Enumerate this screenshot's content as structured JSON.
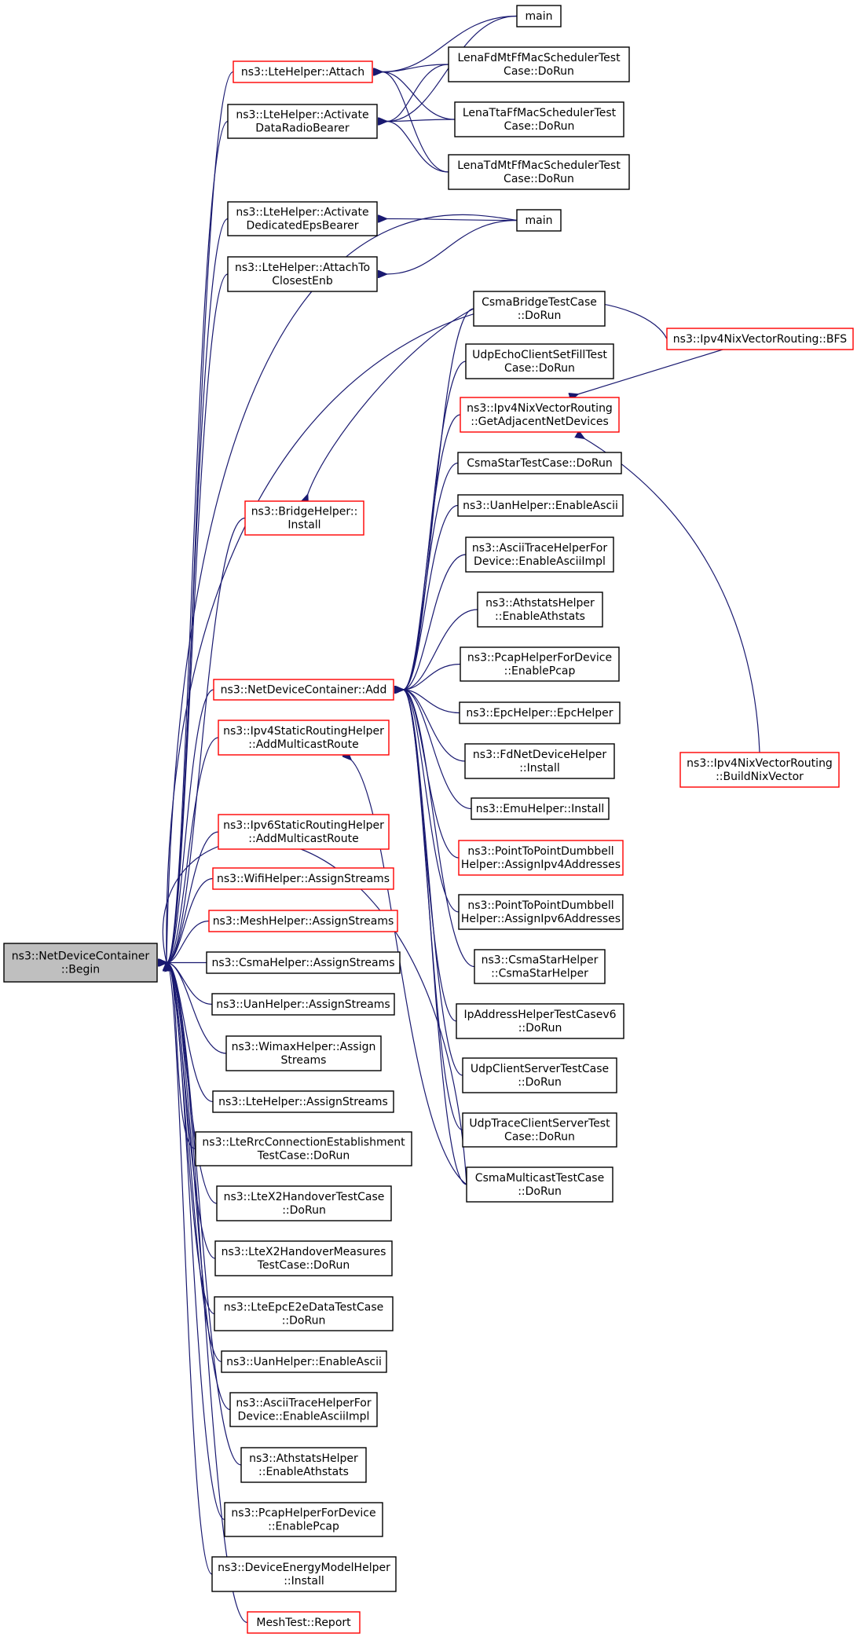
{
  "diagram": {
    "colors": {
      "edge": "#191970",
      "root_fill": "#bfbfbf",
      "highlight_border": "#ff0000",
      "normal_border": "#000000"
    },
    "nodes": {
      "root": {
        "lines": [
          "ns3::NetDeviceContainer",
          "::Begin"
        ],
        "style": "root"
      },
      "attach": {
        "lines": [
          "ns3::LteHelper::Attach"
        ],
        "style": "red"
      },
      "adrb": {
        "lines": [
          "ns3::LteHelper::Activate",
          "DataRadioBearer"
        ],
        "style": "normal"
      },
      "adeb": {
        "lines": [
          "ns3::LteHelper::Activate",
          "DedicatedEpsBearer"
        ],
        "style": "normal"
      },
      "attachclosest": {
        "lines": [
          "ns3::LteHelper::AttachTo",
          "ClosestEnb"
        ],
        "style": "normal"
      },
      "bridgeinstall": {
        "lines": [
          "ns3::BridgeHelper::",
          "Install"
        ],
        "style": "red"
      },
      "ndcadd": {
        "lines": [
          "ns3::NetDeviceContainer::Add"
        ],
        "style": "red"
      },
      "ipv4static": {
        "lines": [
          "ns3::Ipv4StaticRoutingHelper",
          "::AddMulticastRoute"
        ],
        "style": "red"
      },
      "ipv6static": {
        "lines": [
          "ns3::Ipv6StaticRoutingHelper",
          "::AddMulticastRoute"
        ],
        "style": "red"
      },
      "wifias": {
        "lines": [
          "ns3::WifiHelper::AssignStreams"
        ],
        "style": "red"
      },
      "meshas": {
        "lines": [
          "ns3::MeshHelper::AssignStreams"
        ],
        "style": "red"
      },
      "csmaas": {
        "lines": [
          "ns3::CsmaHelper::AssignStreams"
        ],
        "style": "normal"
      },
      "uanas": {
        "lines": [
          "ns3::UanHelper::AssignStreams"
        ],
        "style": "normal"
      },
      "wimaxas": {
        "lines": [
          "ns3::WimaxHelper::Assign",
          "Streams"
        ],
        "style": "normal"
      },
      "lteas": {
        "lines": [
          "ns3::LteHelper::AssignStreams"
        ],
        "style": "normal"
      },
      "lterrc": {
        "lines": [
          "ns3::LteRrcConnectionEstablishment",
          "TestCase::DoRun"
        ],
        "style": "normal"
      },
      "ltex2": {
        "lines": [
          "ns3::LteX2HandoverTestCase",
          "::DoRun"
        ],
        "style": "normal"
      },
      "ltex2m": {
        "lines": [
          "ns3::LteX2HandoverMeasures",
          "TestCase::DoRun"
        ],
        "style": "normal"
      },
      "lteepc": {
        "lines": [
          "ns3::LteEpcE2eDataTestCase",
          "::DoRun"
        ],
        "style": "normal"
      },
      "uanascii_l": {
        "lines": [
          "ns3::UanHelper::EnableAscii"
        ],
        "style": "normal"
      },
      "asciitrace_l": {
        "lines": [
          "ns3::AsciiTraceHelperFor",
          "Device::EnableAsciiImpl"
        ],
        "style": "normal"
      },
      "athstats_l": {
        "lines": [
          "ns3::AthstatsHelper",
          "::EnableAthstats"
        ],
        "style": "normal"
      },
      "pcap_l": {
        "lines": [
          "ns3::PcapHelperForDevice",
          "::EnablePcap"
        ],
        "style": "normal"
      },
      "energy": {
        "lines": [
          "ns3::DeviceEnergyModelHelper",
          "::Install"
        ],
        "style": "normal"
      },
      "meshtest": {
        "lines": [
          "MeshTest::Report"
        ],
        "style": "red"
      },
      "main1": {
        "lines": [
          "main"
        ],
        "style": "normal"
      },
      "lenafd": {
        "lines": [
          "LenaFdMtFfMacSchedulerTest",
          "Case::DoRun"
        ],
        "style": "normal"
      },
      "lenatta": {
        "lines": [
          "LenaTtaFfMacSchedulerTest",
          "Case::DoRun"
        ],
        "style": "normal"
      },
      "lenatd": {
        "lines": [
          "LenaTdMtFfMacSchedulerTest",
          "Case::DoRun"
        ],
        "style": "normal"
      },
      "main2": {
        "lines": [
          "main"
        ],
        "style": "normal"
      },
      "csmabridge": {
        "lines": [
          "CsmaBridgeTestCase",
          "::DoRun"
        ],
        "style": "normal"
      },
      "udpecho": {
        "lines": [
          "UdpEchoClientSetFillTest",
          "Case::DoRun"
        ],
        "style": "normal"
      },
      "getadj": {
        "lines": [
          "ns3::Ipv4NixVectorRouting",
          "::GetAdjacentNetDevices"
        ],
        "style": "red"
      },
      "csmastartc": {
        "lines": [
          "CsmaStarTestCase::DoRun"
        ],
        "style": "normal"
      },
      "uanascii_r": {
        "lines": [
          "ns3::UanHelper::EnableAscii"
        ],
        "style": "normal"
      },
      "asciitrace_r": {
        "lines": [
          "ns3::AsciiTraceHelperFor",
          "Device::EnableAsciiImpl"
        ],
        "style": "normal"
      },
      "athstats_r": {
        "lines": [
          "ns3::AthstatsHelper",
          "::EnableAthstats"
        ],
        "style": "normal"
      },
      "pcap_r": {
        "lines": [
          "ns3::PcapHelperForDevice",
          "::EnablePcap"
        ],
        "style": "normal"
      },
      "epchelper": {
        "lines": [
          "ns3::EpcHelper::EpcHelper"
        ],
        "style": "normal"
      },
      "fdnet": {
        "lines": [
          "ns3::FdNetDeviceHelper",
          "::Install"
        ],
        "style": "normal"
      },
      "emu": {
        "lines": [
          "ns3::EmuHelper::Install"
        ],
        "style": "normal"
      },
      "p2pipv4": {
        "lines": [
          "ns3::PointToPointDumbbell",
          "Helper::AssignIpv4Addresses"
        ],
        "style": "red"
      },
      "p2pipv6": {
        "lines": [
          "ns3::PointToPointDumbbell",
          "Helper::AssignIpv6Addresses"
        ],
        "style": "normal"
      },
      "csmastarhelper": {
        "lines": [
          "ns3::CsmaStarHelper",
          "::CsmaStarHelper"
        ],
        "style": "normal"
      },
      "ipaddr": {
        "lines": [
          "IpAddressHelperTestCasev6",
          "::DoRun"
        ],
        "style": "normal"
      },
      "udpcs": {
        "lines": [
          "UdpClientServerTestCase",
          "::DoRun"
        ],
        "style": "normal"
      },
      "udptrace": {
        "lines": [
          "UdpTraceClientServerTest",
          "Case::DoRun"
        ],
        "style": "normal"
      },
      "csmamulti": {
        "lines": [
          "CsmaMulticastTestCase",
          "::DoRun"
        ],
        "style": "normal"
      },
      "bfs": {
        "lines": [
          "ns3::Ipv4NixVectorRouting::BFS"
        ],
        "style": "red"
      },
      "buildnix": {
        "lines": [
          "ns3::Ipv4NixVectorRouting",
          "::BuildNixVector"
        ],
        "style": "red"
      }
    },
    "edges": [
      [
        "root",
        "attach"
      ],
      [
        "root",
        "adrb"
      ],
      [
        "root",
        "adeb"
      ],
      [
        "root",
        "attachclosest"
      ],
      [
        "root",
        "bridgeinstall"
      ],
      [
        "root",
        "ndcadd"
      ],
      [
        "root",
        "ipv4static"
      ],
      [
        "root",
        "ipv6static"
      ],
      [
        "root",
        "wifias"
      ],
      [
        "root",
        "meshas"
      ],
      [
        "root",
        "csmaas"
      ],
      [
        "root",
        "uanas"
      ],
      [
        "root",
        "wimaxas"
      ],
      [
        "root",
        "lteas"
      ],
      [
        "root",
        "lterrc"
      ],
      [
        "root",
        "ltex2"
      ],
      [
        "root",
        "ltex2m"
      ],
      [
        "root",
        "lteepc"
      ],
      [
        "root",
        "uanascii_l"
      ],
      [
        "root",
        "asciitrace_l"
      ],
      [
        "root",
        "athstats_l"
      ],
      [
        "root",
        "pcap_l"
      ],
      [
        "root",
        "energy"
      ],
      [
        "root",
        "meshtest"
      ],
      [
        "root",
        "main2"
      ],
      [
        "root",
        "bfs"
      ],
      [
        "root",
        "csmamulti"
      ],
      [
        "attach",
        "main1"
      ],
      [
        "attach",
        "lenafd"
      ],
      [
        "attach",
        "lenatta"
      ],
      [
        "attach",
        "lenatd"
      ],
      [
        "adrb",
        "main1"
      ],
      [
        "adrb",
        "lenafd"
      ],
      [
        "adrb",
        "lenatta"
      ],
      [
        "adrb",
        "lenatd"
      ],
      [
        "adeb",
        "main2"
      ],
      [
        "attachclosest",
        "main2"
      ],
      [
        "bridgeinstall",
        "csmabridge"
      ],
      [
        "ndcadd",
        "csmabridge"
      ],
      [
        "ndcadd",
        "udpecho"
      ],
      [
        "ndcadd",
        "getadj"
      ],
      [
        "ndcadd",
        "csmastartc"
      ],
      [
        "ndcadd",
        "uanascii_r"
      ],
      [
        "ndcadd",
        "asciitrace_r"
      ],
      [
        "ndcadd",
        "athstats_r"
      ],
      [
        "ndcadd",
        "pcap_r"
      ],
      [
        "ndcadd",
        "epchelper"
      ],
      [
        "ndcadd",
        "fdnet"
      ],
      [
        "ndcadd",
        "emu"
      ],
      [
        "ndcadd",
        "p2pipv4"
      ],
      [
        "ndcadd",
        "p2pipv6"
      ],
      [
        "ndcadd",
        "csmastarhelper"
      ],
      [
        "ndcadd",
        "ipaddr"
      ],
      [
        "ndcadd",
        "udpcs"
      ],
      [
        "ndcadd",
        "udptrace"
      ],
      [
        "ndcadd",
        "csmamulti"
      ],
      [
        "ipv4static",
        "csmamulti"
      ],
      [
        "getadj",
        "bfs"
      ],
      [
        "getadj",
        "buildnix"
      ]
    ]
  }
}
